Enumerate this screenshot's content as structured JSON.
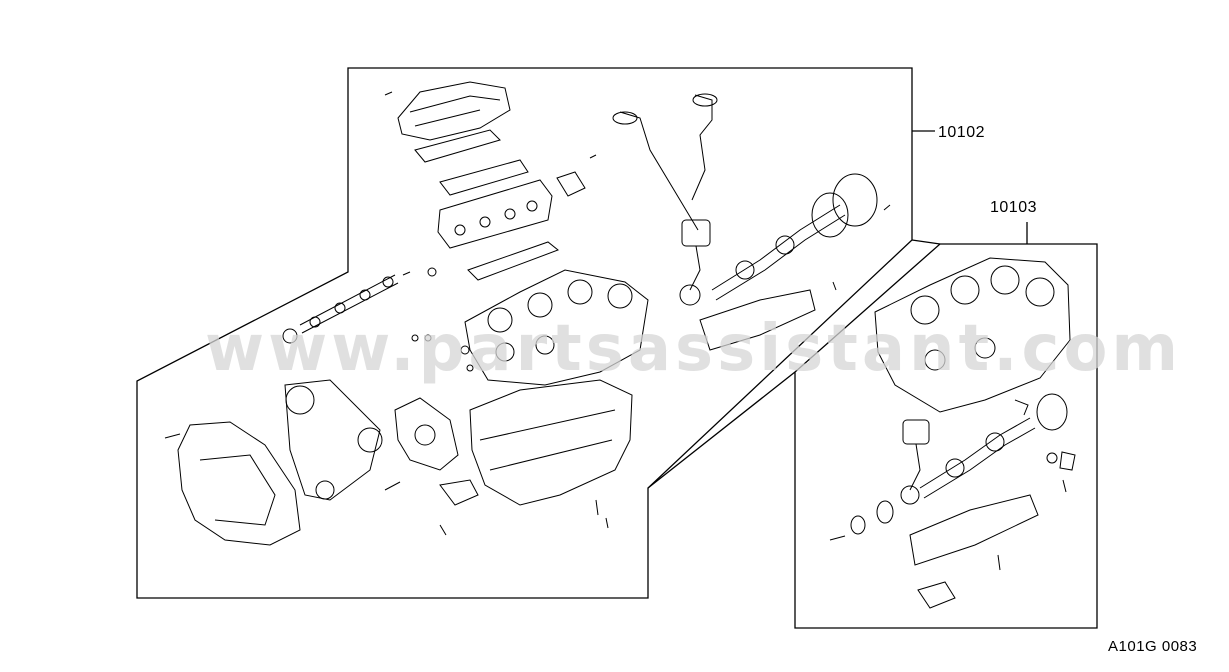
{
  "diagram": {
    "callouts": {
      "engine_assembly": "10102",
      "short_block": "10103"
    },
    "figure_code": "A101G 0083",
    "watermark": "www.partsassistant.com"
  },
  "colors": {
    "line": "#000000",
    "background": "#ffffff",
    "watermark": "#d6d6d6"
  }
}
